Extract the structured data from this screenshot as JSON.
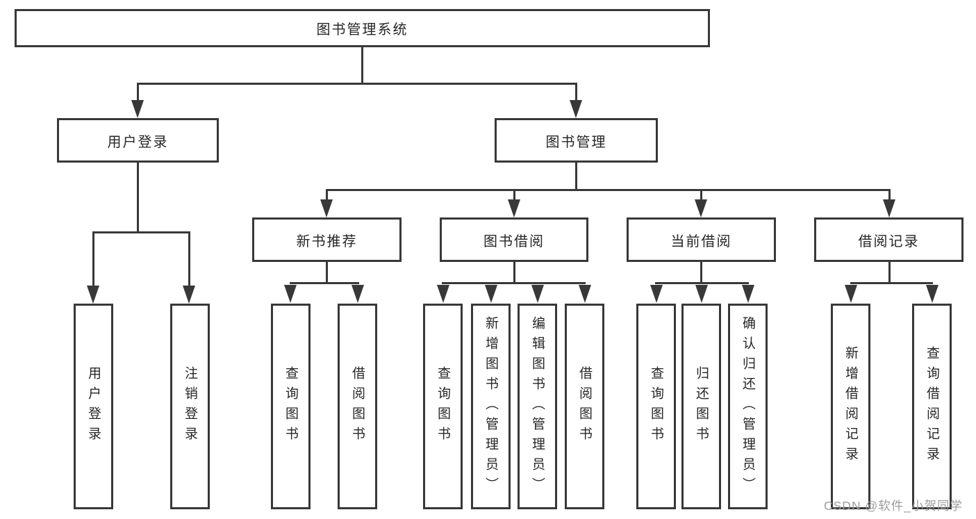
{
  "colors": {
    "line": "#383838",
    "fill": "#ffffff",
    "text": "#262626",
    "watermark": "#9d9d9d"
  },
  "watermark": {
    "text": "CSDN @软件_小贺同学"
  },
  "nodes": {
    "root": {
      "label": "图书管理系统"
    },
    "user_login": {
      "label": "用户登录"
    },
    "book_mgmt": {
      "label": "图书管理"
    },
    "new_book": {
      "label": "新书推荐"
    },
    "book_borrow": {
      "label": "图书借阅"
    },
    "current_borrow": {
      "label": "当前借阅"
    },
    "borrow_record": {
      "label": "借阅记录"
    },
    "leaf_login": {
      "label": "用户登录"
    },
    "leaf_logout": {
      "label": "注销登录"
    },
    "leaf_nb_query": {
      "label": "查询图书"
    },
    "leaf_nb_borrow": {
      "label": "借阅图书"
    },
    "leaf_bb_query": {
      "label": "查询图书"
    },
    "leaf_bb_add": {
      "label": "新增图书（管理员）"
    },
    "leaf_bb_edit": {
      "label": "编辑图书（管理员）"
    },
    "leaf_bb_borrow": {
      "label": "借阅图书"
    },
    "leaf_cb_query": {
      "label": "查询图书"
    },
    "leaf_cb_return": {
      "label": "归还图书"
    },
    "leaf_cb_confirm": {
      "label": "确认归还（管理员）"
    },
    "leaf_br_add": {
      "label": "新增借阅记录"
    },
    "leaf_br_query": {
      "label": "查询借阅记录"
    }
  }
}
